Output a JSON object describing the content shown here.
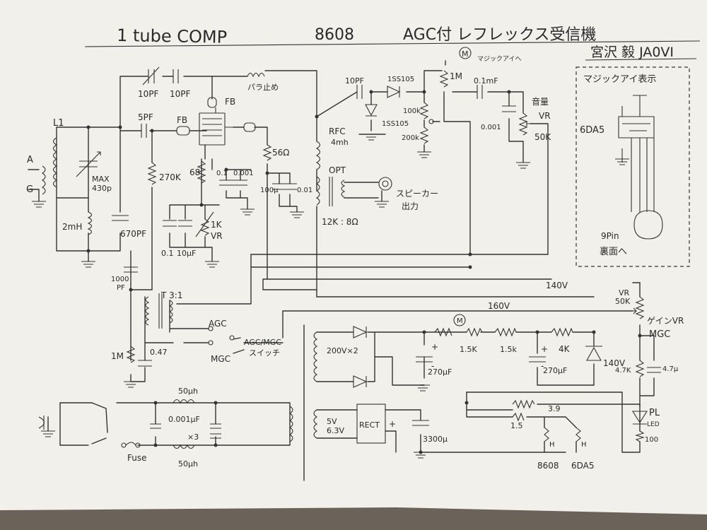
{
  "header": {
    "title_left": "1 tube COMP",
    "tube_number": "8608",
    "title_right": "AGC付 レフレックス受信機",
    "author": "宮沢 毅 JA0VI"
  },
  "labels": {
    "antenna": "A",
    "ground": "G",
    "coil": "L1",
    "cap_10pf_a": "10PF",
    "cap_10pf_b": "10PF",
    "cap_5pf": "5PF",
    "fb_1": "FB",
    "fb_2": "FB",
    "parasitic": "パラ止め",
    "vc_max": "MAX",
    "vc_value": "430p",
    "choke_2mh": "2mH",
    "cap_670pf": "670PF",
    "r_270k": "270K",
    "r_68": "68",
    "cap_01": "0.1",
    "cap_0001": "0.001",
    "vr_1k_a": "1K",
    "vr_1k_b": "VR",
    "cap_01_b": "0.1",
    "cap_10uf": "10μF",
    "cap_1000pf_a": "1000",
    "cap_1000pf_b": "PF",
    "transformer": "T 3:1",
    "r_1m_low": "1M",
    "cap_047": "0.47",
    "agc": "AGC",
    "mgc": "MGC",
    "agc_mgc_switch_a": "AGC/MGC",
    "agc_mgc_switch_b": "スイッチ",
    "r_56": "56Ω",
    "cap_100u": "100μ",
    "cap_001": "0.01",
    "rfc_a": "RFC",
    "rfc_b": "4mh",
    "opt": "OPT",
    "opt_ratio": "12K : 8Ω",
    "speaker_a": "スピーカー",
    "speaker_b": "出力",
    "cap_10pf_c": "10PF",
    "diode_1": "1SS105",
    "diode_2": "1SS105",
    "r_100k": "100k",
    "r_200k": "200k",
    "r_1m_top": "1M",
    "magic_eye_top": "マジックアイへ",
    "cap_01mf": "0.1mF",
    "vol_a": "音量",
    "vol_b": "VR",
    "vol_c": "50K",
    "cap_0001_b": "0.001",
    "magic_box_title": "マジックアイ表示",
    "tube_6da5": "6DA5",
    "pin_a": "9Pin",
    "pin_b": "裏面へ",
    "v140": "140V",
    "v160": "160V",
    "vr_50k_a": "VR",
    "vr_50k_b": "50K",
    "gain_vr": "ゲインVR",
    "gain_mgc": "MGC",
    "transformer_hv": "200V×2",
    "r_15k_a": "1.5K",
    "r_15k_b": "1.5k",
    "r_4k": "4K",
    "cap_270_a": "270μF",
    "cap_270_b": "270μF",
    "zener_140": "140V",
    "r_47k": "4.7K",
    "cap_47u": "4.7μ",
    "pl": "PL",
    "led": "LED",
    "r_100": "100",
    "heater_v1": "5V",
    "heater_v2": "6.3V",
    "rect": "RECT",
    "cap_3300": "3300μ",
    "r_15": "1.5",
    "r_39": "3.9",
    "h_1": "H",
    "h_2": "H",
    "foot_8608": "8608",
    "foot_6da5": "6DA5",
    "choke_50_a": "50μh",
    "choke_50_b": "50μh",
    "cap_0001uf": "0.001μF",
    "cap_x3": "×3",
    "fuse": "Fuse",
    "m_1": "M",
    "m_2": "M",
    "plus_1": "+",
    "plus_2": "+",
    "plus_3": "+",
    "minus_1": "-",
    "minus_2": "-"
  }
}
